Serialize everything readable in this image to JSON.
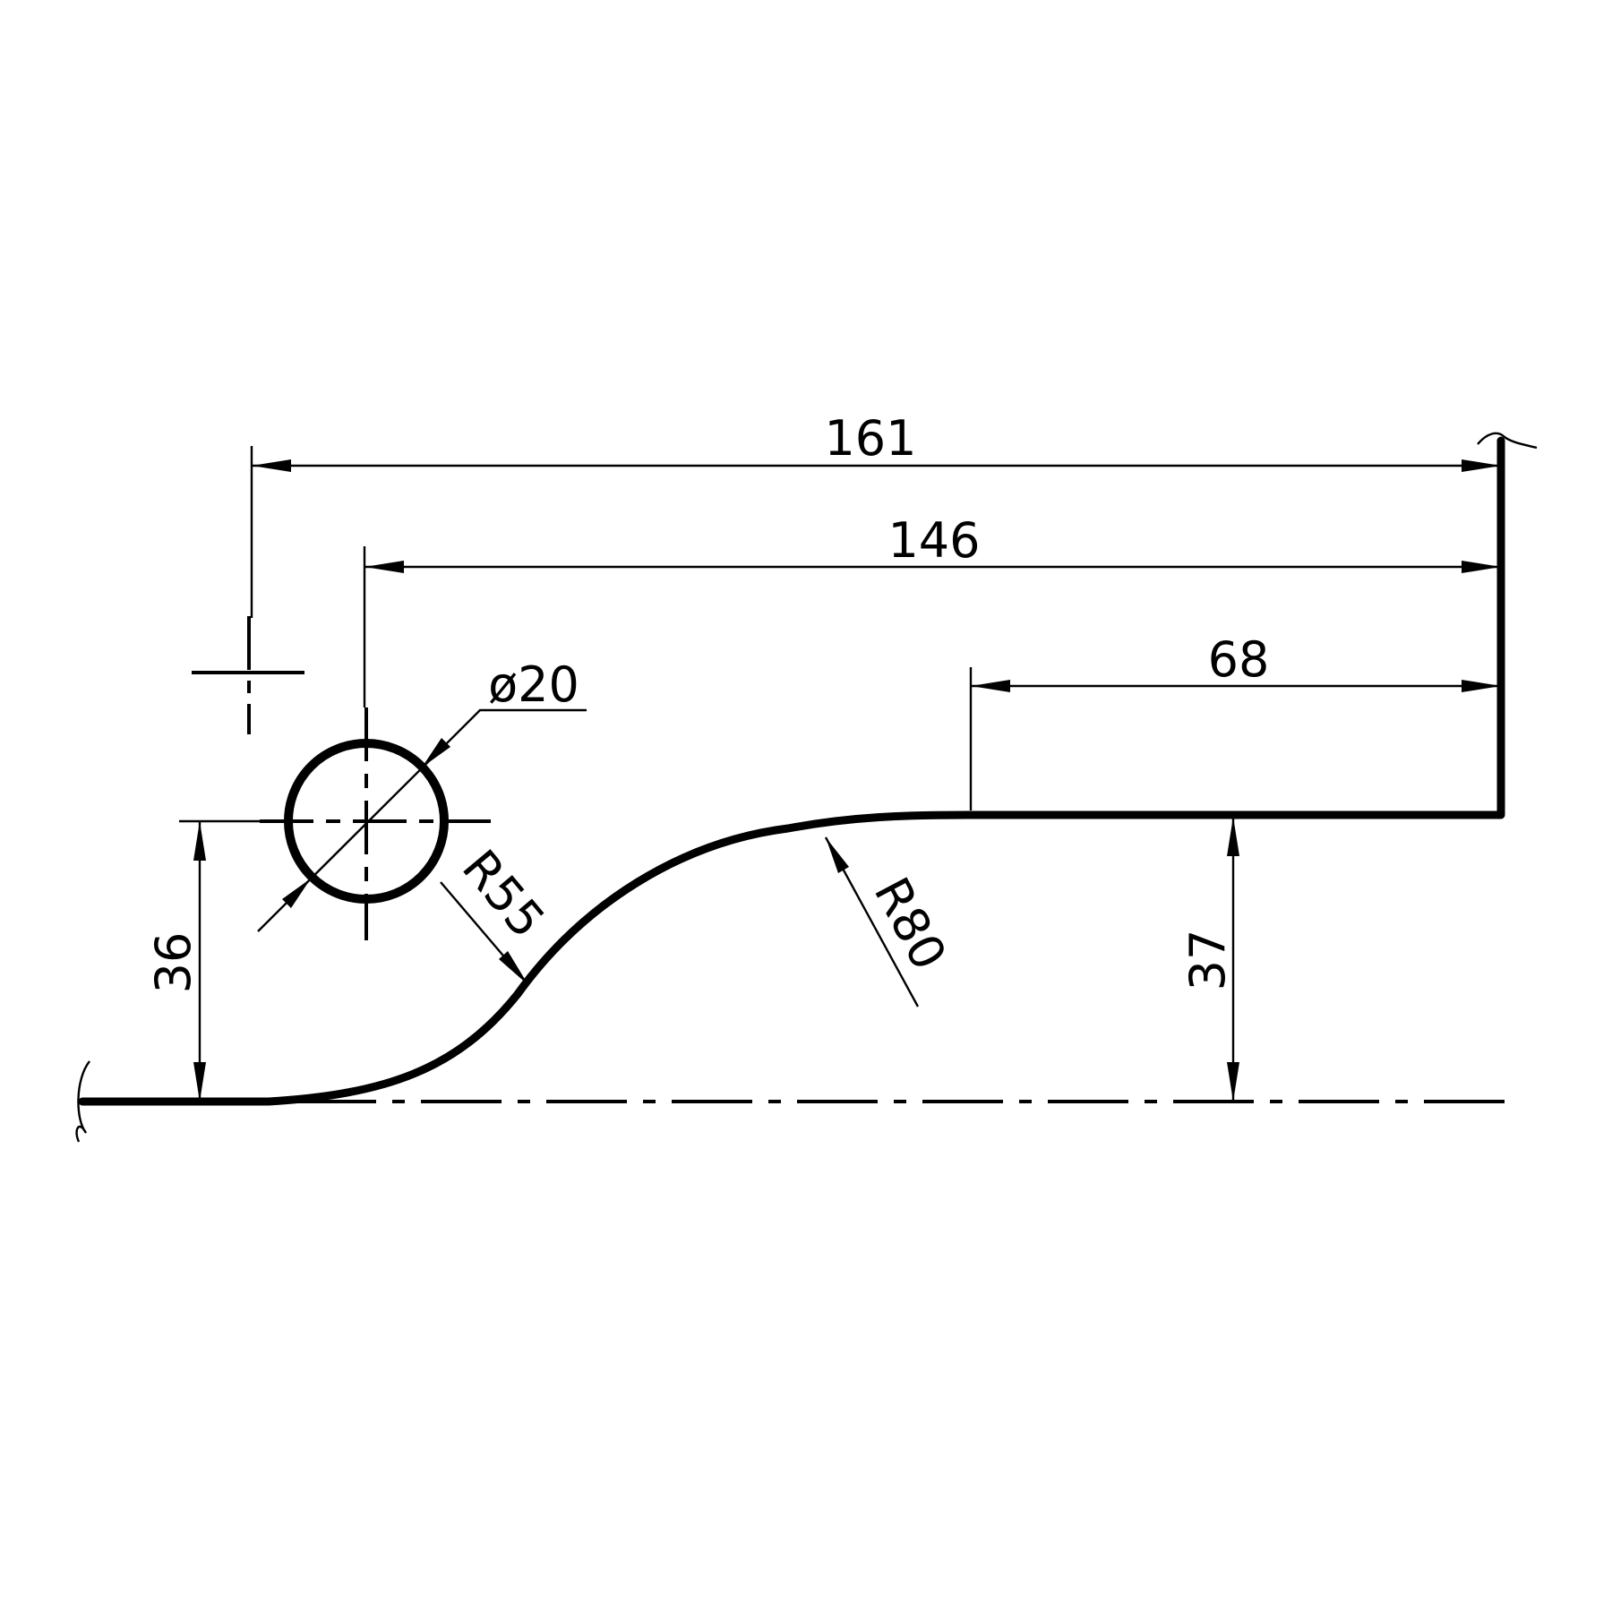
{
  "drawing": {
    "dimensions": {
      "overall_length": "161",
      "hole_to_end": "146",
      "flat_length": "68",
      "hole_height": "36",
      "flat_height": "37",
      "hole_diameter": "ø20",
      "radius_small": "R55",
      "radius_large": "R80"
    },
    "colors": {
      "line": "#000000",
      "background": "#ffffff"
    }
  }
}
